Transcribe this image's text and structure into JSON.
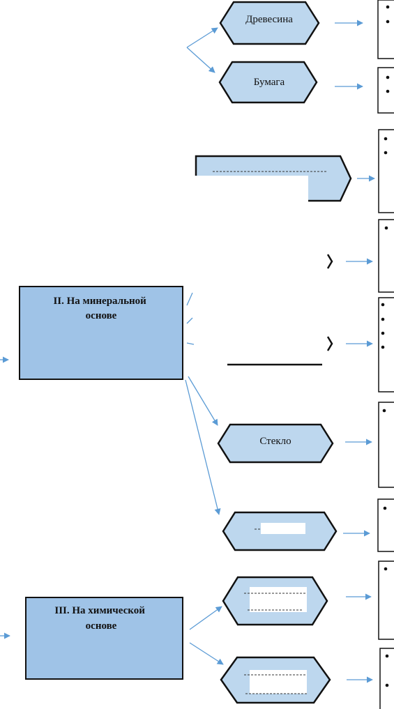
{
  "categories": [
    {
      "title": "II. На минеральной основе"
    },
    {
      "title": "III. На химической основе"
    }
  ],
  "materials": [
    {
      "label": "Древесина"
    },
    {
      "label": "Бумага"
    },
    {
      "label": "Стекло"
    }
  ],
  "colors": {
    "box_fill": "#9fc3e7",
    "hex_fill": "#bdd7ee",
    "arrow": "#5b9bd5",
    "stroke": "#111111"
  }
}
